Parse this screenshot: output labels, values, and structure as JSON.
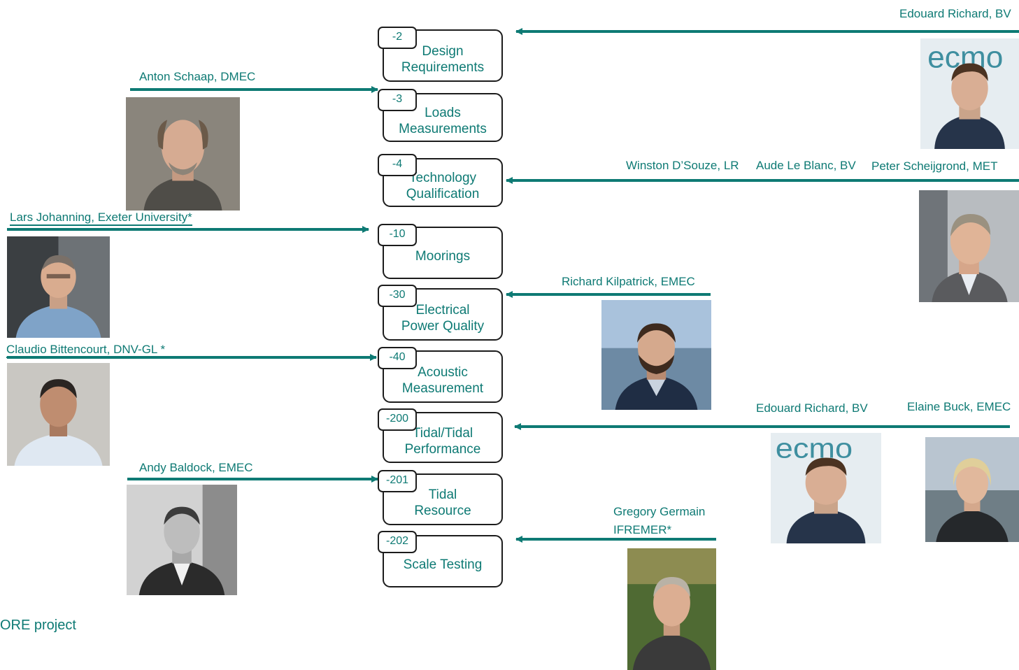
{
  "colors": {
    "accent": "#0e7a74",
    "border": "#1c1c1c"
  },
  "standards": [
    {
      "badge": "-2",
      "label": "Design\nRequirements"
    },
    {
      "badge": "-3",
      "label": "Loads\nMeasurements"
    },
    {
      "badge": "-4",
      "label": "Technology\nQualification"
    },
    {
      "badge": "-10",
      "label": "Moorings"
    },
    {
      "badge": "-30",
      "label": "Electrical\nPower Quality"
    },
    {
      "badge": "-40",
      "label": "Acoustic\nMeasurement"
    },
    {
      "badge": "-200",
      "label": "Tidal/Tidal\nPerformance"
    },
    {
      "badge": "-201",
      "label": "Tidal\nResource"
    },
    {
      "badge": "-202",
      "label": "Scale Testing"
    }
  ],
  "people": {
    "edouard_top": "Edouard Richard, BV",
    "anton": "Anton Schaap, DMEC",
    "winston": "Winston D’Souze, LR",
    "aude": "Aude Le Blanc, BV",
    "peter": "Peter Scheijgrond, MET",
    "lars": "Lars Johanning,  Exeter University*",
    "richard": "Richard Kilpatrick, EMEC",
    "claudio": "Claudio Bittencourt, DNV-GL *",
    "edouard_mid": "Edouard Richard, BV",
    "elaine": "Elaine Buck, EMEC",
    "andy": "Andy Baldock, EMEC",
    "gregory_1": "Gregory Germain",
    "gregory_2": "IFREMER*"
  },
  "footer": "ORE project"
}
